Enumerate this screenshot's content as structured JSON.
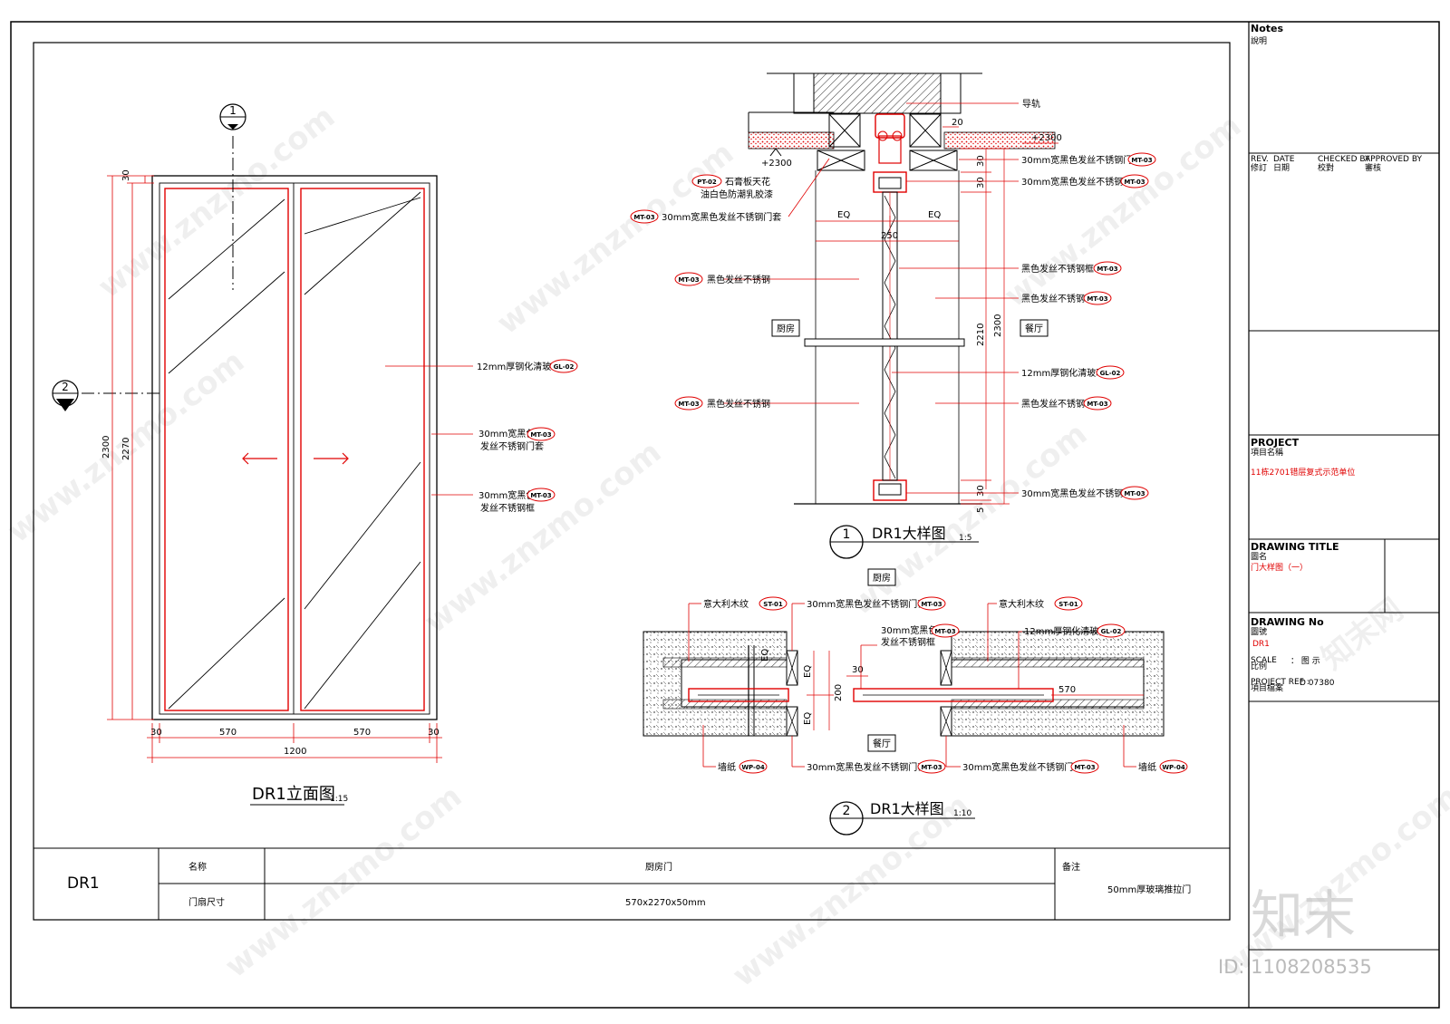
{
  "elevation": {
    "title": "DR1立面图",
    "scale": "1:15",
    "section_marks": [
      "1",
      "2"
    ],
    "dims": {
      "top_margin": "30",
      "outer_height": "2300",
      "leaf_height": "2270",
      "frame_left": "30",
      "leaf_left": "570",
      "leaf_right": "570",
      "frame_right": "30",
      "overall_width": "1200"
    },
    "callouts": [
      {
        "text": "12mm厚钢化清玻璃",
        "tag": "GL-02"
      },
      {
        "text1": "30mm宽黑色",
        "text2": "发丝不锈钢门套",
        "tag": "MT-03"
      },
      {
        "text1": "30mm宽黑色",
        "text2": "发丝不锈钢框",
        "tag": "MT-03"
      }
    ]
  },
  "detail1": {
    "number": "1",
    "title": "DR1大样图",
    "scale": "1:5",
    "room_left": "厨房",
    "room_right": "餐厅",
    "dims": {
      "eq1": "EQ",
      "eq2": "EQ",
      "width": "250",
      "top30a": "30",
      "top30b": "30",
      "top20": "20",
      "h2210": "2210",
      "h2300": "2300",
      "bot30": "30",
      "bot5": "5"
    },
    "levels": {
      "left": "+2300",
      "right": "+2300"
    },
    "top_label": "导轨",
    "left_callouts": [
      {
        "tag": "PT-02",
        "text1": "石膏板天花",
        "text2": "油白色防潮乳胶漆"
      },
      {
        "tag": "MT-03",
        "text": "30mm宽黑色发丝不锈钢门套"
      },
      {
        "tag": "MT-03",
        "text": "黑色发丝不锈钢"
      },
      {
        "tag": "MT-03",
        "text": "黑色发丝不锈钢"
      }
    ],
    "right_callouts": [
      {
        "text": "30mm宽黑色发丝不锈钢门套",
        "tag": "MT-03"
      },
      {
        "text": "30mm宽黑色发丝不锈钢框",
        "tag": "MT-03"
      },
      {
        "text": "黑色发丝不锈钢框",
        "tag": "MT-03"
      },
      {
        "text": "黑色发丝不锈钢",
        "tag": "MT-03"
      },
      {
        "text": "12mm厚钢化清玻璃",
        "tag": "GL-02"
      },
      {
        "text": "黑色发丝不锈钢",
        "tag": "MT-03"
      },
      {
        "text": "30mm宽黑色发丝不锈钢框",
        "tag": "MT-03"
      }
    ]
  },
  "detail2": {
    "number": "2",
    "title": "DR1大样图",
    "scale": "1:10",
    "room_top": "厨房",
    "room_bottom": "餐厅",
    "dims": {
      "eq1": "EQ",
      "eq2": "EQ",
      "h200": "200",
      "w30": "30",
      "w570": "570"
    },
    "top_callouts": [
      {
        "text": "意大利木纹",
        "tag": "ST-01"
      },
      {
        "text": "30mm宽黑色发丝不锈钢门套",
        "tag": "MT-03"
      },
      {
        "text1": "30mm宽黑色",
        "text2": "发丝不锈钢框",
        "tag": "MT-03"
      },
      {
        "text": "意大利木纹",
        "tag": "ST-01"
      },
      {
        "text": "12mm厚钢化清玻璃",
        "tag": "GL-02"
      }
    ],
    "bottom_callouts": [
      {
        "text": "墙纸",
        "tag": "WP-04"
      },
      {
        "text": "30mm宽黑色发丝不锈钢门套",
        "tag": "MT-03"
      },
      {
        "text": "30mm宽黑色发丝不锈钢门套",
        "tag": "MT-03"
      },
      {
        "text": "墙纸",
        "tag": "WP-04"
      }
    ]
  },
  "schedule": {
    "code": "DR1",
    "name_label": "名称",
    "name_value": "厨房门",
    "size_label": "门扇尺寸",
    "size_value": "570x2270x50mm",
    "remark_label": "备注",
    "remark_value": "50mm厚玻璃推拉门"
  },
  "title_block": {
    "notes_en": "Notes",
    "notes_cn": "說明",
    "rev_en": "REV.",
    "rev_cn": "修訂",
    "date_en": "DATE",
    "date_cn": "日期",
    "checked_en": "CHECKED BY",
    "checked_cn": "校對",
    "approved_en": "APPROVED BY",
    "approved_cn": "審核",
    "project_en": "PROJECT",
    "project_cn": "項目名稱",
    "project_value": "11栋2701错层复式示范单位",
    "drawing_title_en": "DRAWING  TITLE",
    "drawing_title_cn": "圖名",
    "drawing_title_value": "门大样图（一）",
    "drawing_no_en": "DRAWING No",
    "drawing_no_cn": "圖號",
    "drawing_no_value": "DR1",
    "scale_en": "SCALE",
    "scale_cn": "比例",
    "scale_value": "：  图  示",
    "ref_en": "PROJECT REF :",
    "ref_cn": "項目檔案",
    "ref_value": "D 07380"
  },
  "watermark": {
    "text": "www.znzmo.com",
    "brand": "知末网",
    "logo": "知末",
    "id": "ID: 1108208535"
  },
  "colors": {
    "markup": "#e00000",
    "line": "#000000"
  }
}
